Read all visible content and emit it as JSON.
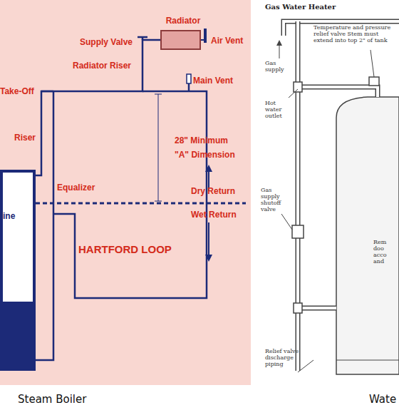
{
  "diagram": {
    "nodes": [
      {
        "text": [
          "Radiator"
        ]
      },
      {
        "text": [
          "ine"
        ]
      }
    ],
    "edges": [
      {
        "from": 1,
        "to": 0,
        "arrow": "none"
      }
    ],
    "labels": [
      "Supply Valve",
      "Air Vent",
      "Radiator Riser",
      "Main Vent",
      "Take-Off",
      "Riser",
      "28\" Minimum",
      "\"A\" Dimension",
      "Equalizer",
      "Dry Return",
      "Wet Return",
      "HARTFORD LOOP",
      "Gas Water Heater",
      "Temperature and pressure relief valve Stem must extend into top 2\" of tank",
      "Gas supply",
      "Hot water outlet",
      "Gas supply shutoff valve",
      "Rem doo acco and",
      "Relief valve discharge piping",
      "Steam Boiler",
      "Wate"
    ]
  }
}
